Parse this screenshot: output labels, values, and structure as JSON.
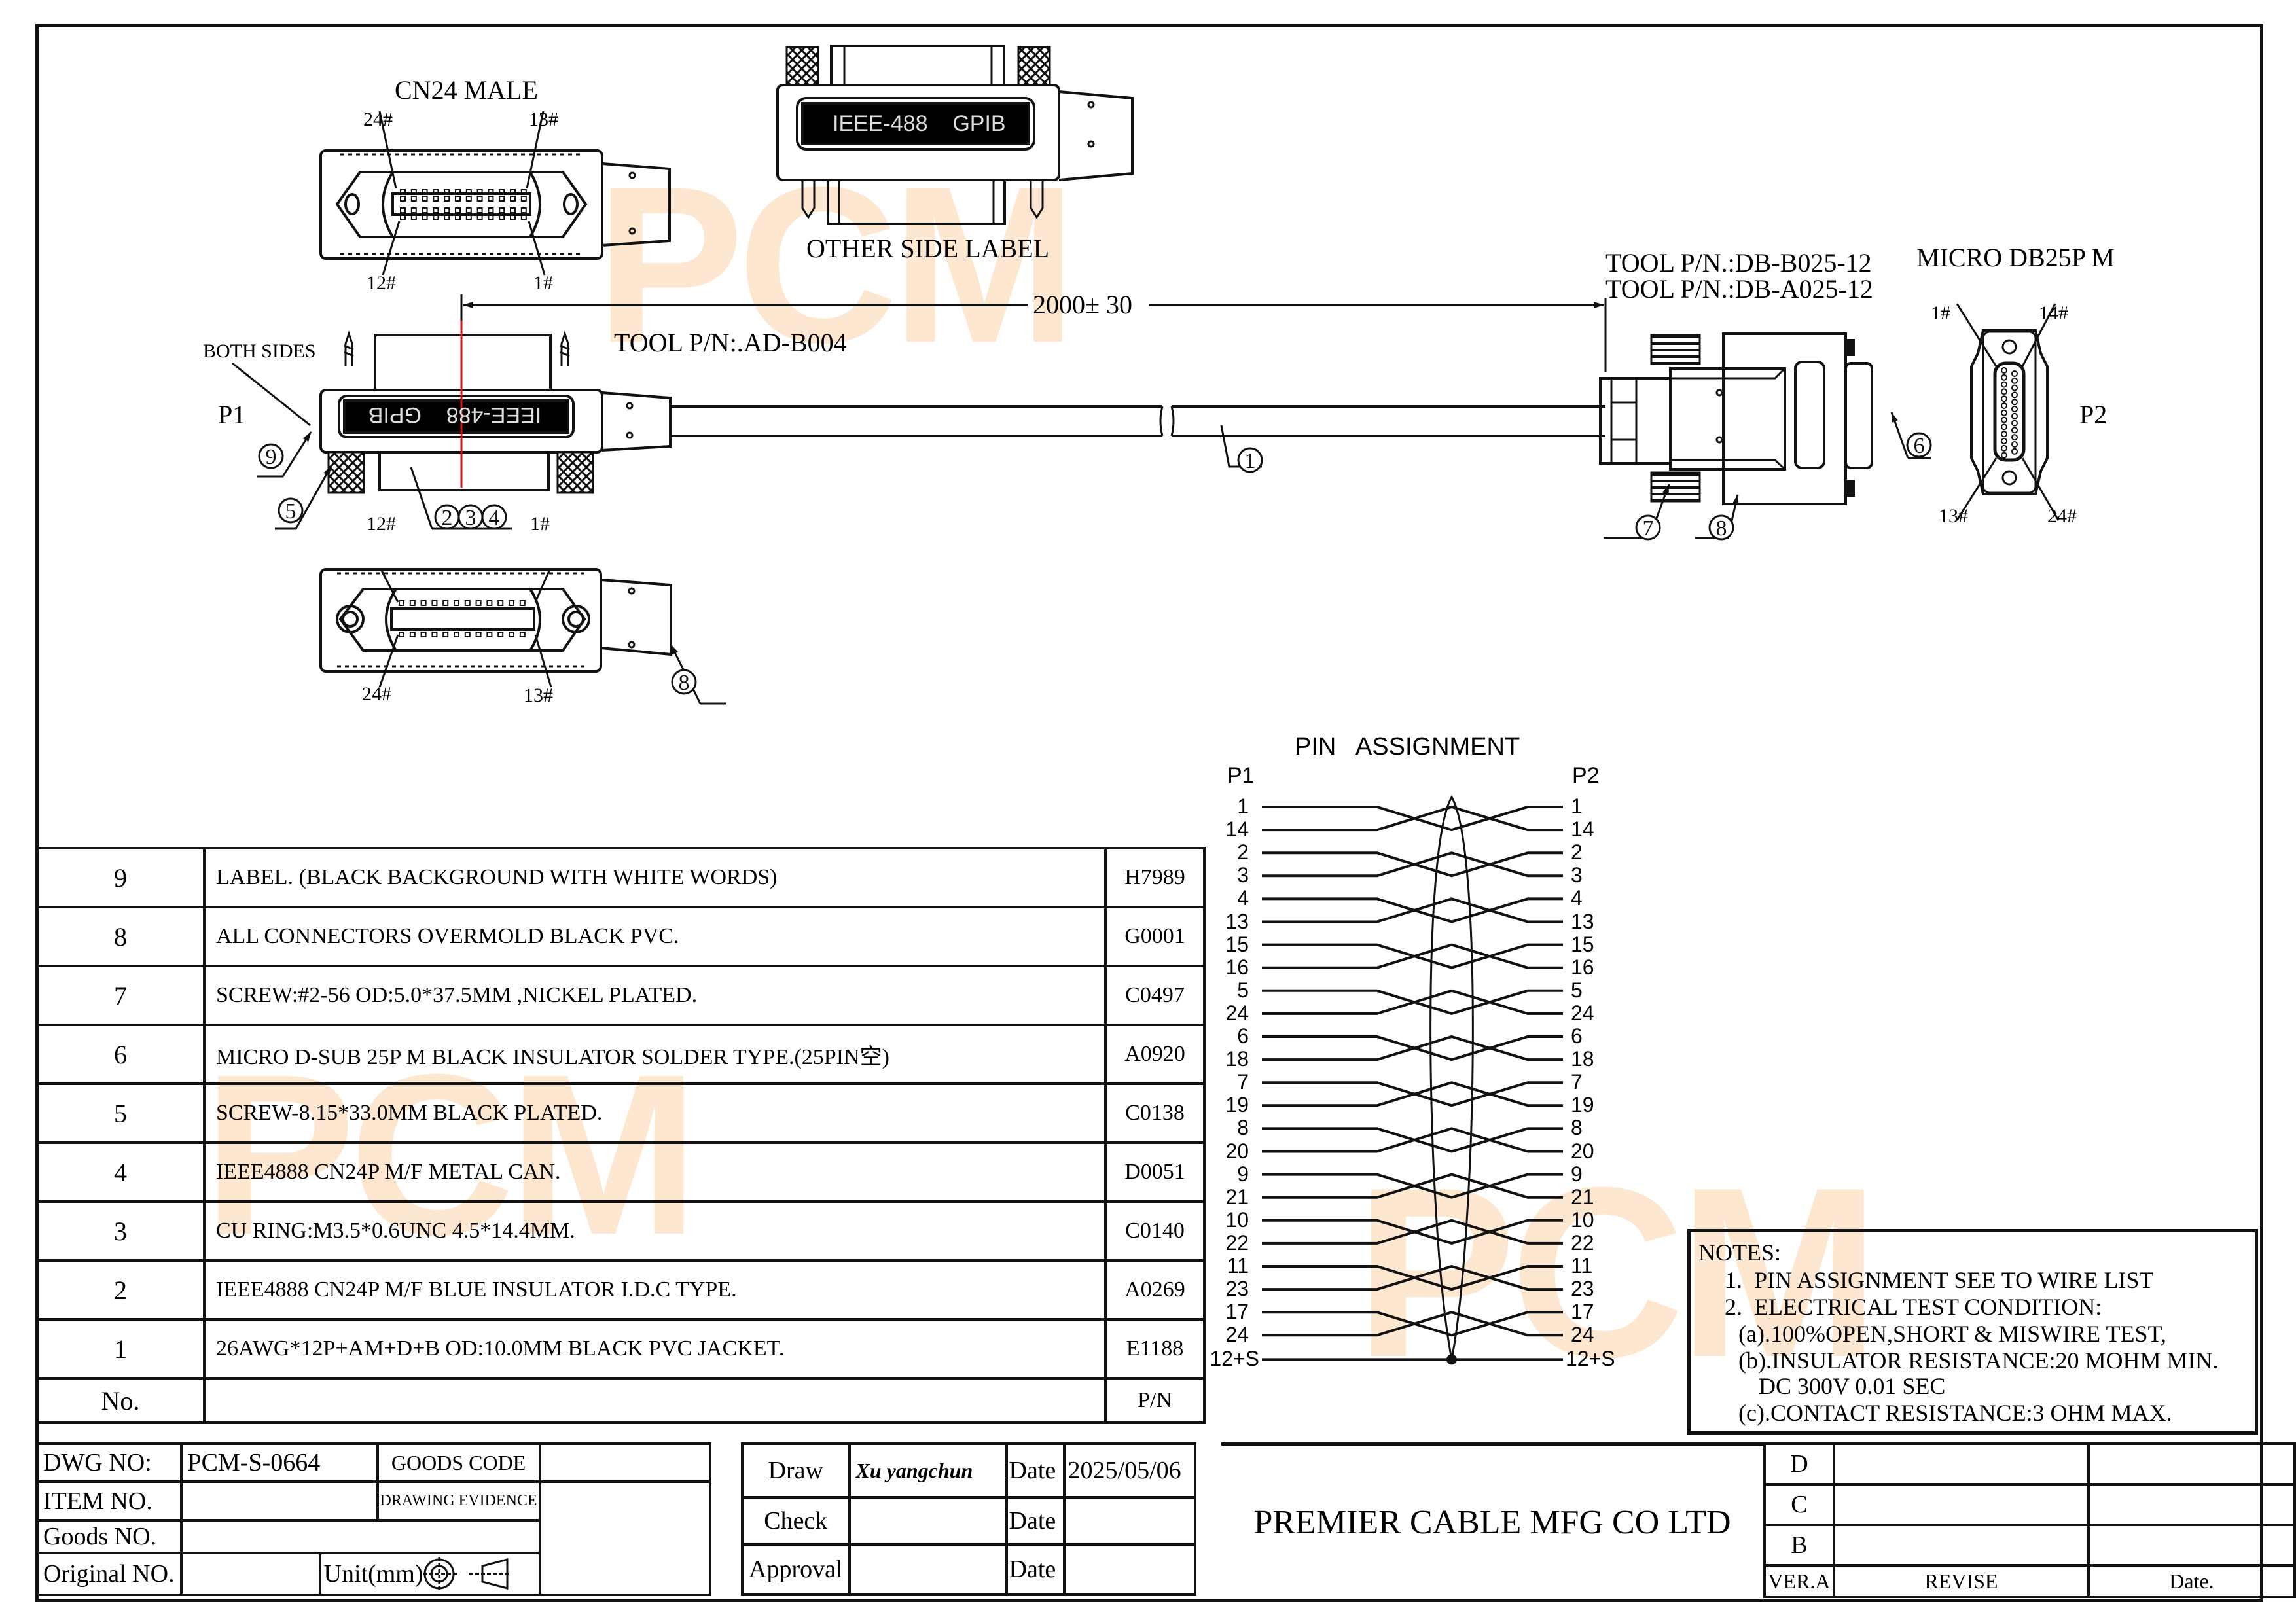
{
  "watermark": {
    "text": "PCM",
    "color": "#fde3c8"
  },
  "drawing": {
    "p1_connector": {
      "title": "CN24 MALE",
      "designator": "P1",
      "top_view_pins": {
        "top_left": "24#",
        "top_right": "13#",
        "bottom_left": "12#",
        "bottom_right": "1#"
      },
      "bottom_view_pins": {
        "top_left": "12#",
        "top_right": "1#",
        "bottom_left": "24#",
        "bottom_right": "13#"
      },
      "label_text": "IEEE-488    GPIB",
      "label_note": "BOTH SIDES",
      "tool_pn": "TOOL P/N:.AD-B004"
    },
    "other_side": {
      "label_text": "IEEE-488    GPIB",
      "caption": "OTHER SIDE LABEL"
    },
    "length_dimension": "2000± 30",
    "p2_connector": {
      "title": "MICRO DB25P M",
      "designator": "P2",
      "tool_pn_1": "TOOL P/N.:DB-B025-12",
      "tool_pn_2": "TOOL P/N.:DB-A025-12",
      "pins": {
        "top_left": "1#",
        "top_right": "14#",
        "bottom_left": "13#",
        "bottom_right": "24#"
      }
    },
    "balloons": [
      "1",
      "2",
      "3",
      "4",
      "5",
      "6",
      "7",
      "8",
      "9"
    ]
  },
  "pin_assignment": {
    "title": "PIN   ASSIGNMENT",
    "left_header": "P1",
    "right_header": "P2",
    "pairs": [
      [
        "1",
        "14"
      ],
      [
        "2",
        "3"
      ],
      [
        "4",
        "13"
      ],
      [
        "15",
        "16"
      ],
      [
        "5",
        "24"
      ],
      [
        "6",
        "18"
      ],
      [
        "7",
        "19"
      ],
      [
        "8",
        "20"
      ],
      [
        "9",
        "21"
      ],
      [
        "10",
        "22"
      ],
      [
        "11",
        "23"
      ],
      [
        "17",
        "24"
      ]
    ],
    "shield": "12+S"
  },
  "bom": {
    "rows": [
      {
        "no": "9",
        "desc": "LABEL.  (BLACK BACKGROUND WITH WHITE WORDS)",
        "pn": "H7989"
      },
      {
        "no": "8",
        "desc": "ALL CONNECTORS OVERMOLD BLACK PVC.",
        "pn": "G0001"
      },
      {
        "no": "7",
        "desc": "SCREW:#2-56 OD:5.0*37.5MM ,NICKEL PLATED.",
        "pn": "C0497"
      },
      {
        "no": "6",
        "desc": "MICRO D-SUB 25P M BLACK INSULATOR SOLDER TYPE.(25PIN空)",
        "pn": "A0920"
      },
      {
        "no": "5",
        "desc": "SCREW-8.15*33.0MM BLACK PLATED.",
        "pn": "C0138"
      },
      {
        "no": "4",
        "desc": "IEEE4888 CN24P M/F METAL CAN.",
        "pn": "D0051"
      },
      {
        "no": "3",
        "desc": "CU RING:M3.5*0.6UNC 4.5*14.4MM.",
        "pn": "C0140"
      },
      {
        "no": "2",
        "desc": "IEEE4888 CN24P M/F BLUE INSULATOR I.D.C TYPE.",
        "pn": "A0269"
      },
      {
        "no": "1",
        "desc": "26AWG*12P+AM+D+B OD:10.0MM BLACK PVC JACKET.",
        "pn": "E1188"
      }
    ],
    "header": {
      "no": "No.",
      "desc": "",
      "pn": "P/N"
    }
  },
  "notes": {
    "title": "NOTES:",
    "lines": [
      "1.  PIN ASSIGNMENT SEE TO WIRE LIST",
      "2.  ELECTRICAL TEST CONDITION:",
      "(a).100%OPEN,SHORT & MISWIRE TEST,",
      "(b).INSULATOR RESISTANCE:20 MOHM MIN.",
      "DC 300V 0.01 SEC",
      "(c).CONTACT RESISTANCE:3 OHM MAX."
    ]
  },
  "title_block": {
    "dwg_no_label": "DWG NO:",
    "dwg_no": "PCM-S-0664",
    "goods_code_label": "GOODS CODE",
    "goods_code": "",
    "item_no_label": "ITEM NO.",
    "item_no": "",
    "drawing_evidence_label": "DRAWING EVIDENCE",
    "goods_no_label": "Goods NO.",
    "goods_no": "",
    "original_no_label": "Original NO.",
    "original_no": "",
    "unit_label": "Unit(mm)",
    "draw_label": "Draw",
    "draw_by": "Xu  yangchun",
    "check_label": "Check",
    "approval_label": "Approval",
    "date_label": "Date",
    "draw_date": "2025/05/06",
    "check_date": "",
    "approval_date": "",
    "company": "PREMIER CABLE MFG CO LTD",
    "revisions": [
      {
        "ver": "D",
        "revise": "",
        "date": ""
      },
      {
        "ver": "C",
        "revise": "",
        "date": ""
      },
      {
        "ver": "B",
        "revise": "",
        "date": ""
      }
    ],
    "rev_header": {
      "ver": "VER.A",
      "revise": "REVISE",
      "date": "Date."
    }
  }
}
